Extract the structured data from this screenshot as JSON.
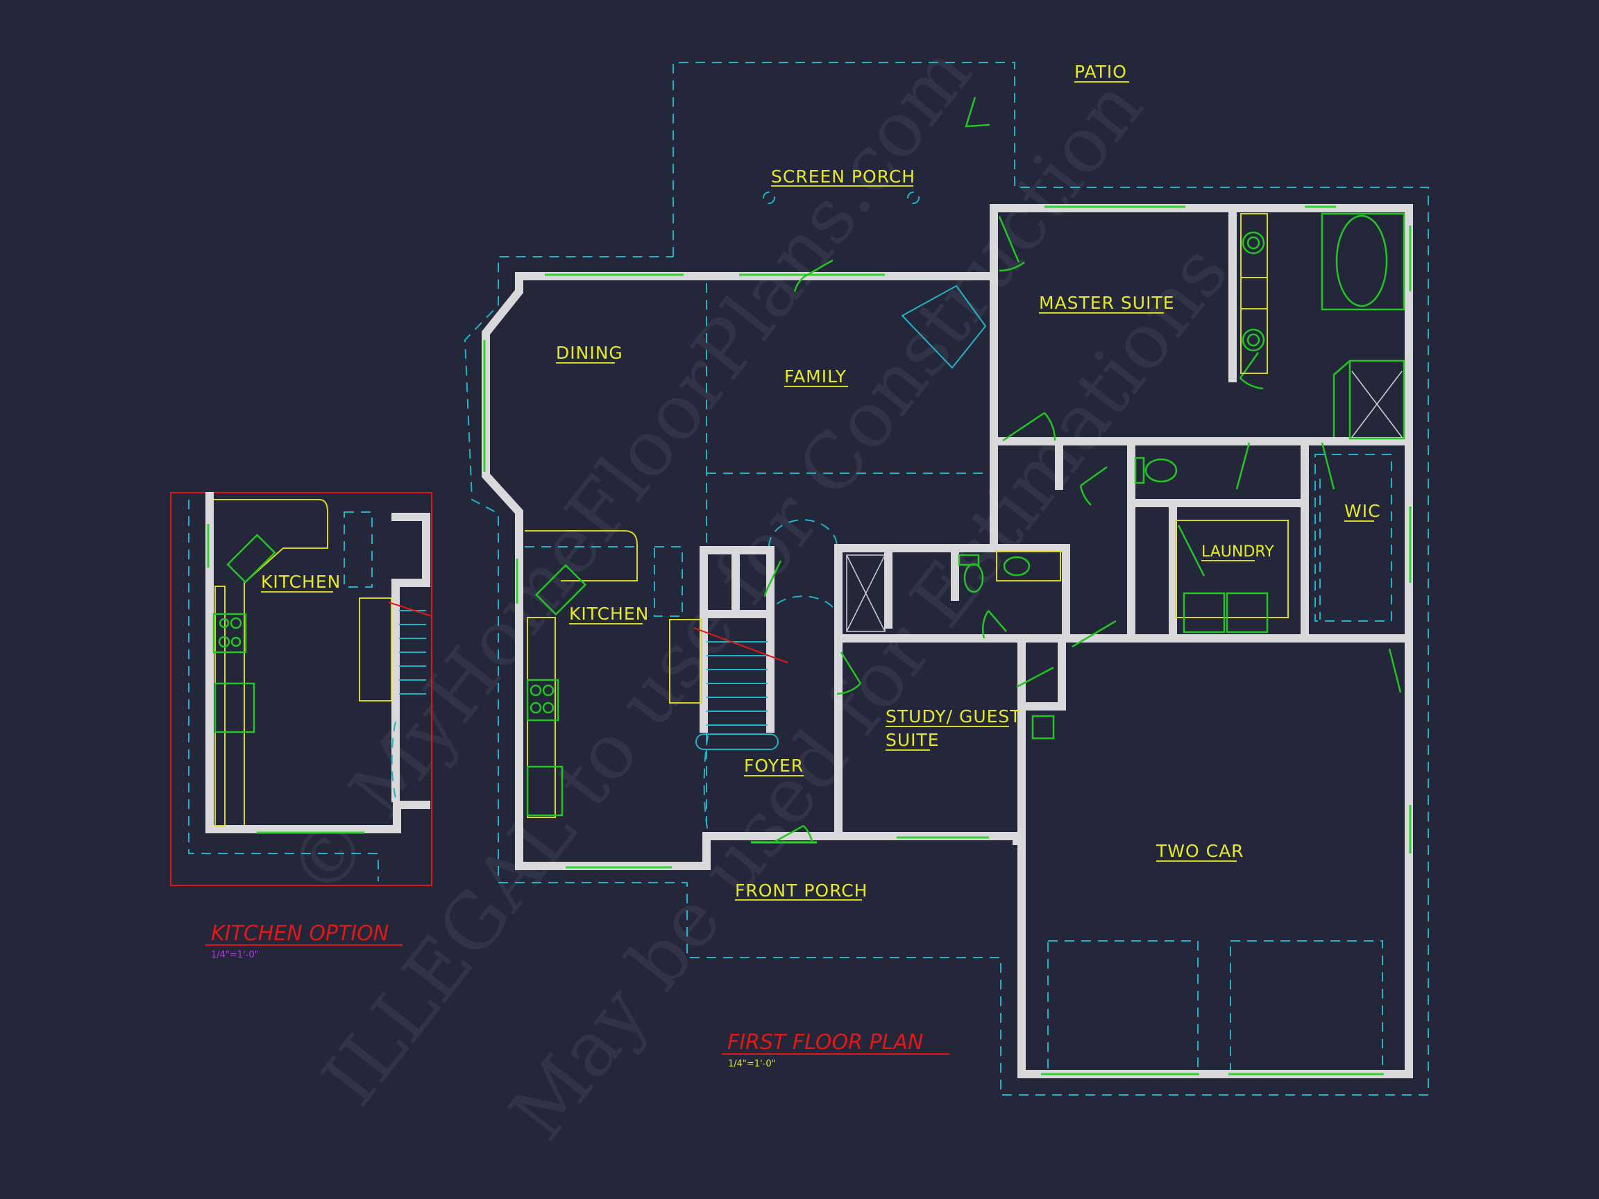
{
  "plan": {
    "title": "FIRST FLOOR PLAN",
    "scale": "1/4\"=1'-0\"",
    "colors": {
      "background": "#24273a",
      "walls": "#d9d9dc",
      "labels": "#e8e82a",
      "windows_doors": "#2fd42f",
      "dashed_outlines": "#23b3c4",
      "titles": "#e01818"
    }
  },
  "rooms": {
    "patio": "PATIO",
    "screen_porch": "SCREEN PORCH",
    "master_suite": "MASTER SUITE",
    "dining": "DINING",
    "family": "FAMILY",
    "wic": "WIC",
    "laundry": "LAUNDRY",
    "kitchen": "KITCHEN",
    "foyer": "FOYER",
    "study_line1": "STUDY/ GUEST",
    "study_line2": "SUITE",
    "two_car": "TWO CAR",
    "front_porch": "FRONT PORCH"
  },
  "kitchen_option": {
    "title": "KITCHEN OPTION",
    "scale": "1/4\"=1'-0\"",
    "room_label": "KITCHEN"
  },
  "watermark": {
    "line1": "© MyHomeFloorPlans.com",
    "line2": "ILLEGAL to use for Construction",
    "line3": "May be used for Estimations"
  }
}
